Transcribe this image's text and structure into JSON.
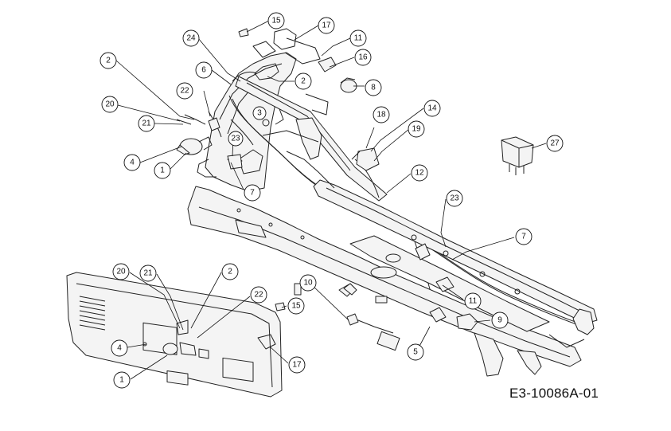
{
  "drawing_code": "E3-10086A-01",
  "callouts": [
    {
      "id": "c15a",
      "label": "15"
    },
    {
      "id": "c17a",
      "label": "17"
    },
    {
      "id": "c11a",
      "label": "11"
    },
    {
      "id": "c16",
      "label": "16"
    },
    {
      "id": "c24",
      "label": "24"
    },
    {
      "id": "c2a",
      "label": "2"
    },
    {
      "id": "c6",
      "label": "6"
    },
    {
      "id": "c2b",
      "label": "2"
    },
    {
      "id": "c8",
      "label": "8"
    },
    {
      "id": "c22a",
      "label": "22"
    },
    {
      "id": "c20a",
      "label": "20"
    },
    {
      "id": "c3",
      "label": "3"
    },
    {
      "id": "c18",
      "label": "18"
    },
    {
      "id": "c14",
      "label": "14"
    },
    {
      "id": "c21a",
      "label": "21"
    },
    {
      "id": "c19",
      "label": "19"
    },
    {
      "id": "c23a",
      "label": "23"
    },
    {
      "id": "c27",
      "label": "27"
    },
    {
      "id": "c4a",
      "label": "4"
    },
    {
      "id": "c1a",
      "label": "1"
    },
    {
      "id": "c7a",
      "label": "7"
    },
    {
      "id": "c12",
      "label": "12"
    },
    {
      "id": "c23b",
      "label": "23"
    },
    {
      "id": "c7b",
      "label": "7"
    },
    {
      "id": "c20b",
      "label": "20"
    },
    {
      "id": "c21b",
      "label": "21"
    },
    {
      "id": "c2c",
      "label": "2"
    },
    {
      "id": "c10",
      "label": "10"
    },
    {
      "id": "c22b",
      "label": "22"
    },
    {
      "id": "c15b",
      "label": "15"
    },
    {
      "id": "c11b",
      "label": "11"
    },
    {
      "id": "c9",
      "label": "9"
    },
    {
      "id": "c4b",
      "label": "4"
    },
    {
      "id": "c5",
      "label": "5"
    },
    {
      "id": "c17b",
      "label": "17"
    },
    {
      "id": "c1b",
      "label": "1"
    }
  ]
}
